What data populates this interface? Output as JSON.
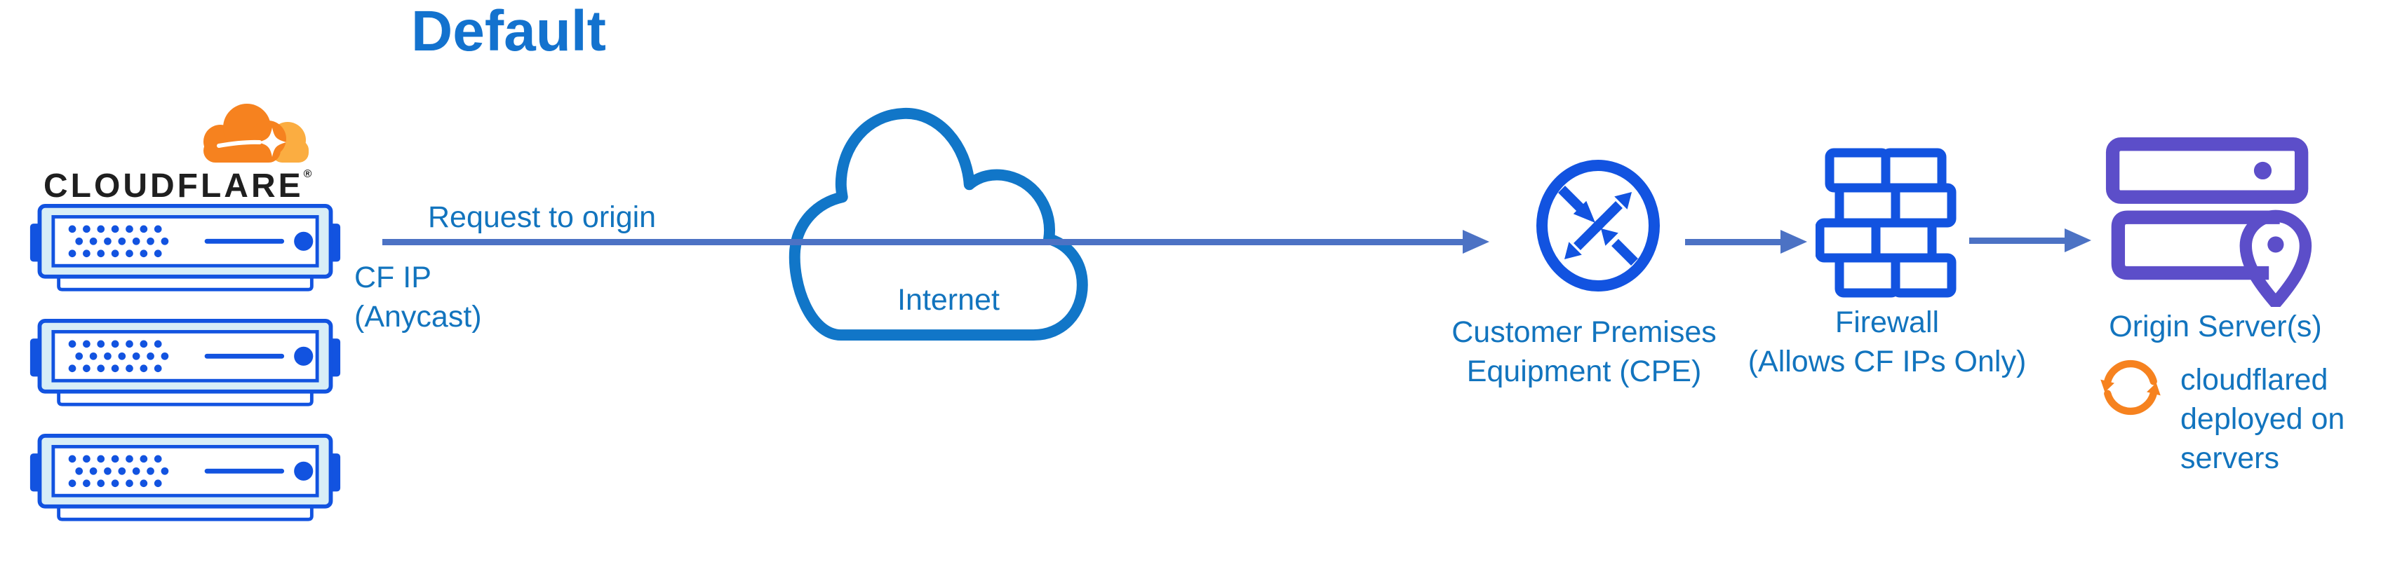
{
  "title": "Default",
  "brand": {
    "wordmark": "CLOUDFLARE",
    "registered": "®"
  },
  "flow": {
    "request_label": "Request to origin",
    "source_ip_lines": [
      "CF IP",
      "(Anycast)"
    ]
  },
  "nodes": {
    "edge_servers": {
      "count": 3
    },
    "internet": {
      "label": "Internet"
    },
    "cpe": {
      "label_lines": [
        "Customer Premises",
        "Equipment (CPE)"
      ]
    },
    "firewall": {
      "label_lines": [
        "Firewall",
        "(Allows CF IPs Only)"
      ]
    },
    "origin": {
      "label": "Origin Server(s)"
    }
  },
  "annotation": {
    "lines": [
      "cloudflared",
      "deployed on",
      "servers"
    ]
  },
  "icons": {
    "cloudflare_logo": "cloudflare-cloud",
    "edge_server": "server-chassis",
    "internet": "cloud-outline",
    "cpe": "router-arrows-circle",
    "firewall": "brick-wall",
    "origin": "server-location-pin",
    "cloudflared": "sync-arrows"
  },
  "colors": {
    "title_blue": "#1372CE",
    "text_blue": "#1274BE",
    "icon_blue": "#1253E0",
    "cloud_blue": "#1176C8",
    "arrow_blue": "#4C72C4",
    "server_fill": "#D8EEF7",
    "origin_purple": "#5C4EC9",
    "brand_orange": "#F6821F",
    "brand_orange_light": "#FBAD41",
    "wordmark_dark": "#1F1F1F"
  }
}
